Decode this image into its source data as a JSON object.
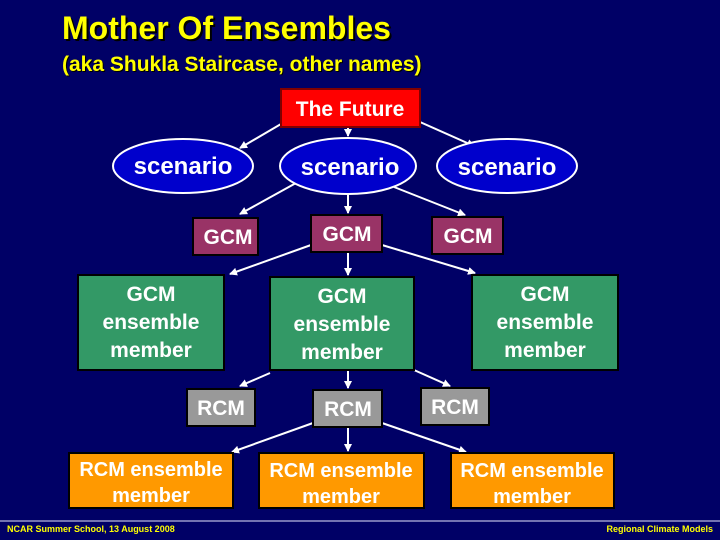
{
  "title": "Mother Of Ensembles",
  "subtitle": "(aka Shukla Staircase, other names)",
  "diagram": {
    "root": "The Future",
    "scenarios": [
      "scenario",
      "scenario",
      "scenario"
    ],
    "gcms": [
      "GCM",
      "GCM",
      "GCM"
    ],
    "gcm_members": [
      [
        "GCM",
        "ensemble",
        "member"
      ],
      [
        "GCM",
        "ensemble",
        "member"
      ],
      [
        "GCM",
        "ensemble",
        "member"
      ]
    ],
    "rcms": [
      "RCM",
      "RCM",
      "RCM"
    ],
    "rcm_members": [
      [
        "RCM ensemble",
        "member"
      ],
      [
        "RCM ensemble",
        "member"
      ],
      [
        "RCM ensemble",
        "member"
      ]
    ]
  },
  "colors": {
    "root": "#FF0000",
    "scenario": "#0000CC",
    "gcm": "#993366",
    "gcm_member": "#339966",
    "rcm": "#999999",
    "rcm_member": "#FF9900"
  },
  "footer": {
    "left": "NCAR Summer School, 13 August 2008",
    "right": "Regional Climate Models"
  }
}
